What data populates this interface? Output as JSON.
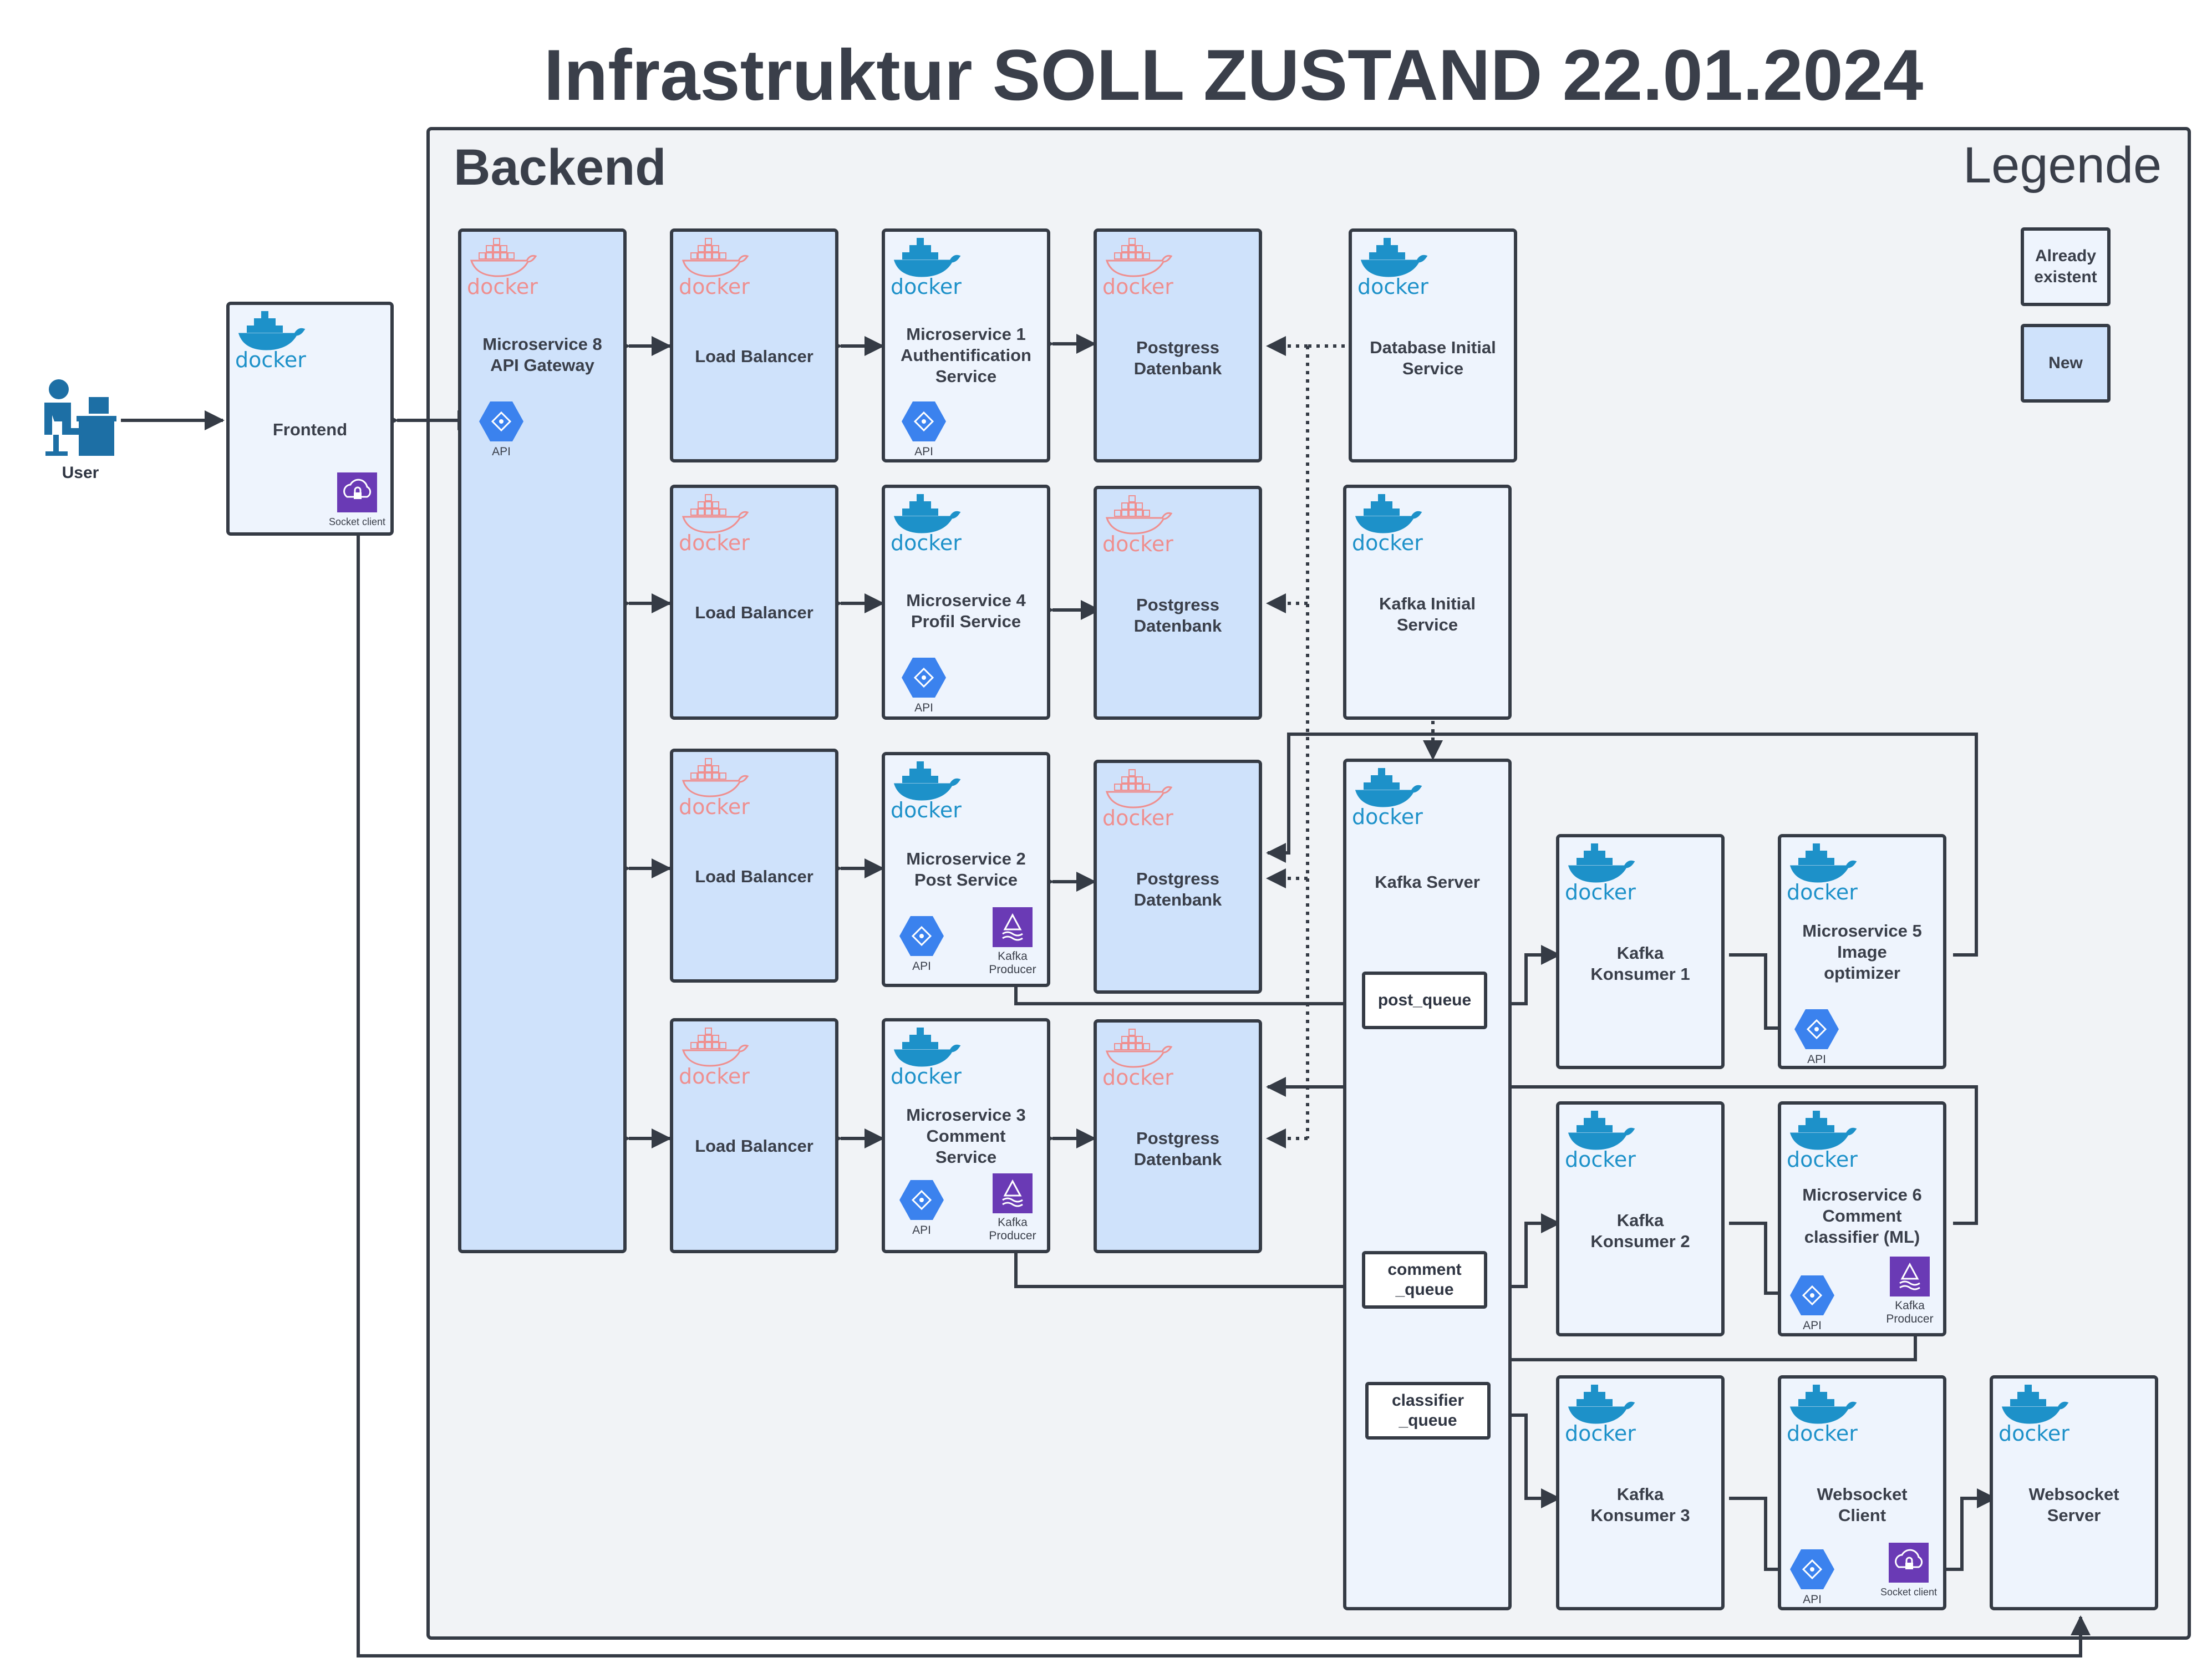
{
  "title": "Infrastruktur SOLL ZUSTAND 22.01.2024",
  "backend_label": "Backend",
  "legend": {
    "title": "Legende",
    "existing": "Already\nexistent",
    "new": "New"
  },
  "docker_logo_text": "docker",
  "user_label": "User",
  "icons": {
    "api_label": "API",
    "kafka_producer_label": "Kafka\nProducer",
    "socket_client_label": "Socket client"
  },
  "nodes": {
    "frontend": "Frontend",
    "ms8": "Microservice 8\nAPI Gateway",
    "lb1": "Load Balancer",
    "lb2": "Load Balancer",
    "lb3": "Load Balancer",
    "lb4": "Load Balancer",
    "ms1": "Microservice 1\nAuthentification\nService",
    "ms4": "Microservice 4\nProfil Service",
    "ms2": "Microservice 2\nPost Service",
    "ms3": "Microservice 3\nComment\nService",
    "pg1": "Postgress\nDatenbank",
    "pg2": "Postgress\nDatenbank",
    "pg3": "Postgress\nDatenbank",
    "pg4": "Postgress\nDatenbank",
    "db_init": "Database Initial\nService",
    "kafka_init": "Kafka Initial\nService",
    "kafka_server": "Kafka Server",
    "k1": "Kafka\nKonsumer 1",
    "k2": "Kafka\nKonsumer 2",
    "k3": "Kafka\nKonsumer 3",
    "ms5": "Microservice 5\nImage\noptimizer",
    "ms6": "Microservice 6\nComment\nclassifier (ML)",
    "ws_client": "Websocket\nClient",
    "ws_server": "Websocket\nServer"
  },
  "queues": {
    "post": "post_queue",
    "comment": "comment\n_queue",
    "classifier": "classifier\n_queue"
  },
  "colors": {
    "existing_fill": "#eef4fd",
    "new_fill": "#cfe2fb",
    "stroke": "#353b45",
    "docker_blue": "#1d91c9",
    "docker_faded": "#ef8f8f",
    "api_blue": "#3b82ee",
    "purple": "#6a3ab5",
    "user_icon": "#1d6fa5"
  }
}
